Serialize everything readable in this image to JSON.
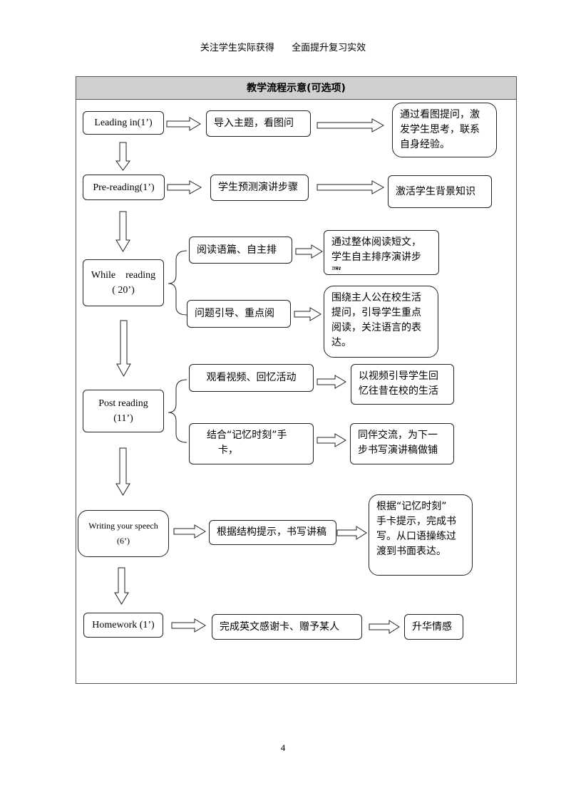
{
  "header": {
    "left": "关注学生实际获得",
    "right": "全面提升复习实效"
  },
  "page_number": "4",
  "flow": {
    "title": "教学流程示意(可选项)",
    "stages": [
      {
        "id": "leading",
        "lines": [
          "Leading in(1’)"
        ]
      },
      {
        "id": "pre",
        "lines": [
          "Pre-reading(1’)"
        ]
      },
      {
        "id": "while",
        "lines": [
          "While    reading",
          "( 20’)"
        ]
      },
      {
        "id": "post",
        "lines": [
          "Post reading",
          "(11’)"
        ]
      },
      {
        "id": "writing",
        "lines": [
          "Writing your speech",
          "(6’)"
        ]
      },
      {
        "id": "homework",
        "lines": [
          "Homework (1’)"
        ]
      }
    ],
    "activities": {
      "leading": "导入主题，看图问",
      "pre": "学生预测演讲步骤",
      "while_1": "阅读语篇、自主排",
      "while_2": "问题引导、重点阅",
      "post_1": "观看视频、回忆活动",
      "post_2_lines": [
        "结合“记忆时刻”手",
        "卡，"
      ],
      "writing": "根据结构提示，书写讲稿",
      "homework": "完成英文感谢卡、赠予某人"
    },
    "purposes": {
      "leading": [
        "通过看图提问，激",
        "发学生思考，联系",
        "自身经验。"
      ],
      "pre": [
        "激活学生背景知识"
      ],
      "while_1": [
        "通过整体阅读短文，",
        "学生自主排序演讲步",
        "骤"
      ],
      "while_2": [
        "围绕主人公在校生活",
        "提问，引导学生重点",
        "阅读，关注语言的表",
        "达。"
      ],
      "post_1": [
        "以视频引导学生回",
        "忆往昔在校的生活"
      ],
      "post_2": [
        "同伴交流，为下一",
        "步书写演讲稿做铺"
      ],
      "writing": [
        "根据“记忆时刻”",
        "手卡提示，完成书",
        "写。从口语操练过",
        "渡到书面表达。"
      ],
      "homework": [
        "升华情感"
      ]
    }
  }
}
